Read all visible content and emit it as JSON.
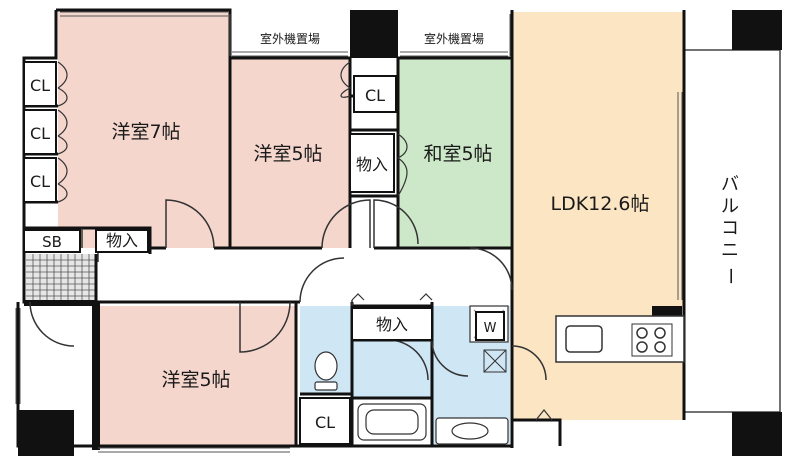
{
  "colors": {
    "western_room": "#f5d6cd",
    "japanese_room": "#cde8c8",
    "ldk": "#fbe5c3",
    "wet_area": "#cfe6f5",
    "wall": "#111111",
    "sb_tile": "#e6e6e6"
  },
  "rooms": {
    "western_7": "洋室7帖",
    "western_5_top": "洋室5帖",
    "japanese_5": "和室5帖",
    "ldk": "LDK12.6帖",
    "western_5_bottom": "洋室5帖"
  },
  "labels": {
    "outdoor_unit_1": "室外機置場",
    "outdoor_unit_2": "室外機置場",
    "cl_1": "CL",
    "cl_2": "CL",
    "cl_3": "CL",
    "cl_4": "CL",
    "cl_5": "CL",
    "storage_1": "物入",
    "storage_2": "物入",
    "storage_3": "物入",
    "sb": "SB",
    "washer": "W"
  },
  "balcony": [
    "バ",
    "ル",
    "コ",
    "ニ",
    "ー"
  ]
}
